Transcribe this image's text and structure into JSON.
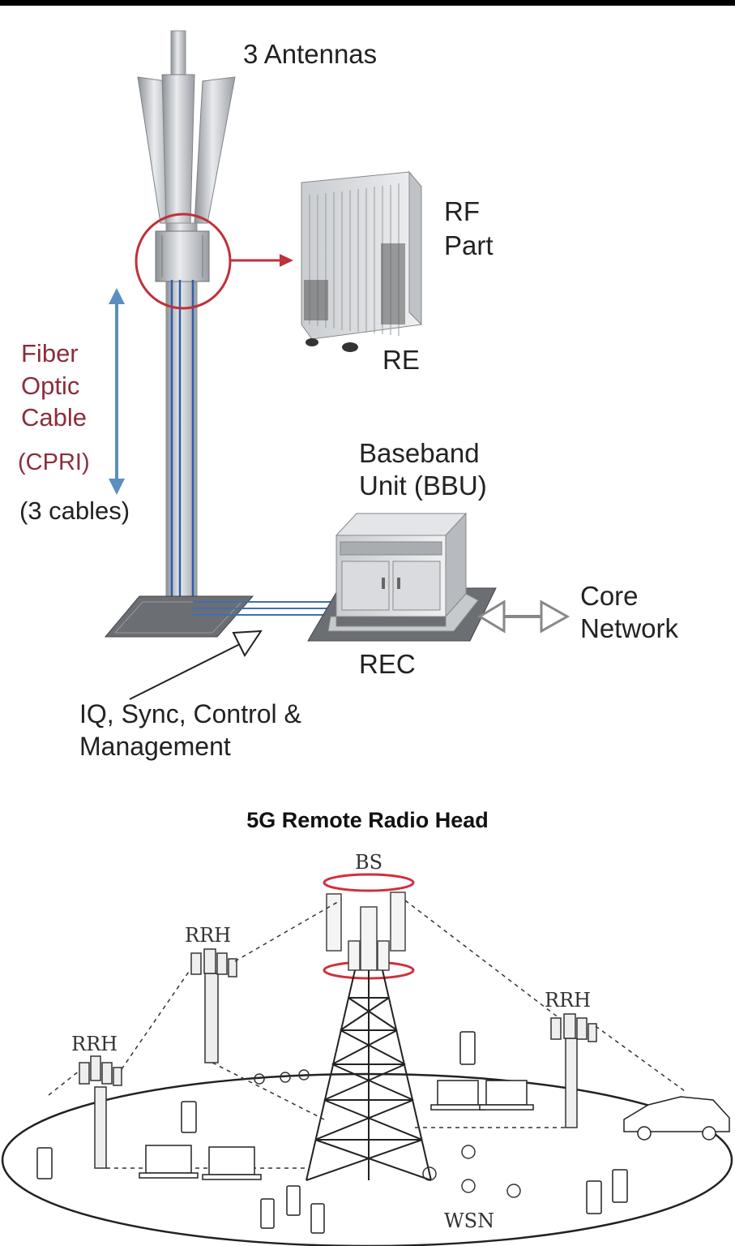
{
  "top_diagram": {
    "antennas_label": "3 Antennas",
    "rf_label_line1": "RF",
    "rf_label_line2": "Part",
    "re_label": "RE",
    "fiber_line1": "Fiber",
    "fiber_line2": "Optic",
    "fiber_line3": "Cable",
    "cpri_label": "(CPRI)",
    "cables_label": "(3 cables)",
    "bbu_line1": "Baseband",
    "bbu_line2": "Unit (BBU)",
    "core_line1": "Core",
    "core_line2": "Network",
    "rec_label": "REC",
    "iq_line1": "IQ, Sync, Control &",
    "iq_line2": "Management"
  },
  "section_title": "5G Remote Radio Head",
  "bottom_diagram": {
    "bs_label": "BS",
    "rrh_left_label": "RRH",
    "rrh_mid_label": "RRH",
    "rrh_right_label": "RRH",
    "wsn_label": "WSN"
  },
  "colors": {
    "highlight_red": "#c0303a",
    "fiber_blue": "#5a8fc0",
    "text_dark": "#222222"
  }
}
